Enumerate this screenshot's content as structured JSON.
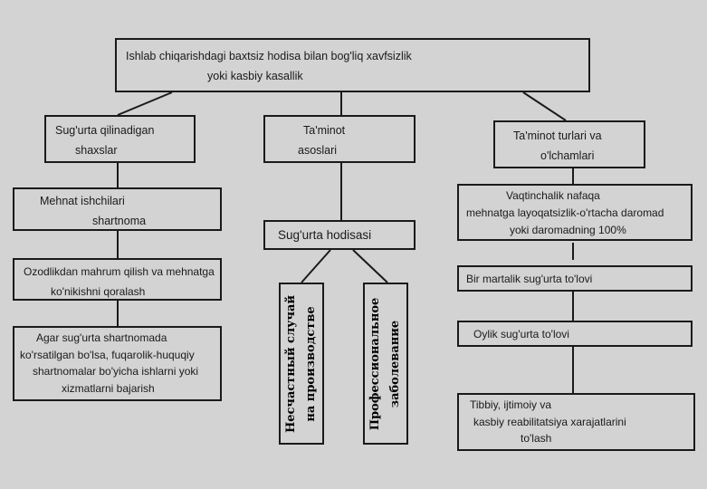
{
  "root": {
    "line1": "Ishlab chiqarishdagi baxtsiz hodisa bilan bog'liq xavfsizlik",
    "line2": "yoki kasbiy kasallik"
  },
  "left": {
    "header": {
      "line1": "Sug'urta qilinadigan",
      "line2": "shaxslar"
    },
    "items": [
      {
        "line1": "Mehnat ishchilari",
        "line2": "shartnoma"
      },
      {
        "line1": "Ozodlikdan mahrum qilish va mehnatga",
        "line2": "ko'nikishni qoralash"
      },
      {
        "line1": "Agar sug'urta shartnomada",
        "line2": "ko'rsatilgan bo'lsa, fuqarolik-huquqiy",
        "line3": "shartnomalar bo'yicha ishlarni yoki",
        "line4": "xizmatlarni bajarish"
      }
    ]
  },
  "middle": {
    "header": {
      "line1": "Ta'minot",
      "line2": "asoslari"
    },
    "event": "Sug'urta hodisasi",
    "types": [
      {
        "line1": "Несчастный случай",
        "line2": "на производстве"
      },
      {
        "line1": "Профессиональное",
        "line2": "заболевание"
      }
    ]
  },
  "right": {
    "header": {
      "line1": "Ta'minot turlari va",
      "line2": "o'lchamlari"
    },
    "items": [
      {
        "line1": "Vaqtinchalik nafaqa",
        "line2": "mehnatga layoqatsizlik-o'rtacha daromad",
        "line3": "yoki daromadning 100%"
      },
      {
        "line1": "Bir martalik sug'urta to'lovi"
      },
      {
        "line1": "Oylik sug'urta to'lovi"
      },
      {
        "line1": "Tibbiy, ijtimoiy va",
        "line2": "kasbiy reabilitatsiya xarajatlarini",
        "line3": "to'lash"
      }
    ]
  }
}
